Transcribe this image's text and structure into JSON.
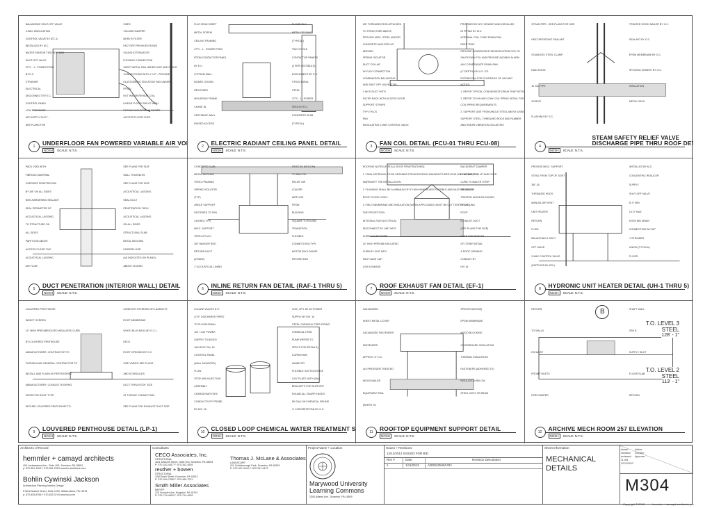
{
  "details": [
    {
      "num": "1",
      "title": "UNDERFLOOR FAN POWERED VARIABLE AIR VOLUME BOX DETAIL",
      "scale": "SCALE: N.T.S.",
      "notes": [
        "BALANCING/ SHUT-OFF VALVE",
        "2-WAY MODULATING",
        "CONTROL VALVE BY ATC &",
        "INSTALLED BY M.C.",
        "WATER SENSOR TIED INTO BAS",
        "SHUT-OFF VALVE",
        "277V - 1 - POWER FEED",
        "BY E.C.",
        "STRAINER",
        "ELECTRICAL",
        "DISCONNECT BY E.C.",
        "CONTROL PANEL",
        "LOW PRESSURE",
        "AIR SUPPLY DUCT -",
        "SEE PLANS FOR",
        "SIZES",
        "VOLUME DAMPER",
        "MERV 8 FILTER",
        "FACTORY PROVIDED ROWS",
        "SOUND ATTENUATOR",
        "FLEXIBLE CONNECTION",
        "SHEET METAL PAN UNDER UNIT AND PIPING",
        "CONNECTIONS WITH 1\" LIP - PROVIDE",
        "ELASTOMERIC ISOLATION PAD UNDER",
        "FPVAV",
        "HOT WATER REHEAT COIL",
        "LINEAR FLOOR GRILLE WITH",
        "PLENUM MOUNTED IN RAISED",
        "ACCESS FLOOR TILES"
      ]
    },
    {
      "num": "2",
      "title": "ELECTRIC RADIANT CEILING PANEL DETAIL",
      "scale": "SCALE: N.T.S.",
      "notes": [
        "FLAT HEAD SHEET",
        "METAL SCREW",
        "CEILING FRAMING",
        "277V - 1 - POWER FEED",
        "FROM CONTACTOR PANEL",
        "BY E.C.",
        "GYPSUM WALL",
        "BOARD CEILING",
        "RECESSED",
        "MOUNTING FRAME",
        "CHASE IN",
        "VESTIBULE WALL",
        "RAISED ACCESS",
        "FLOOR TILE",
        "METAL DECKING",
        "(TYPICAL)",
        "TWO 2-POLE",
        "CONTACTOR PANELS",
        "(2 PER VESTIBULE)",
        "DISCONNECT BY E.C.",
        "STRUCTURAL",
        "STEEL",
        "277V - 1 - POWER",
        "FEED BY E.C.",
        "CONCRETE SLAB",
        "(TYPICAL)"
      ]
    },
    {
      "num": "3",
      "title": "FAN COIL DETAIL (FCU-01 THRU FCU-08)",
      "scale": "SCALE: N.T.S.",
      "notes": [
        "3/8\" THREADED ROD ATTACHED",
        "TO STRUCTURE ABOVE.",
        "PROVIDE MISC. STEEL AND/OR",
        "CONCRETE ANCHORS AS",
        "NEEDED.",
        "SPRING ISOLATOR",
        "DUCT COLLAR",
        "W/ FLEX CONNECTION",
        "COMBINATION BALANCING",
        "AND SHUT OFF VALVE (TYP)",
        "1 INCH DUCT WITH",
        "FILTER RACK WITH ACCESS DOOR",
        "SUPPORT STRAPS",
        "TYP 4 PLCS",
        "FAN",
        "MODULATING 2-WAY CONTROL VALVE",
        "PROVIDED BY ATC VENDOR AND INSTALLED",
        "IN PIPING BY M.C.",
        "INTERNAL COIL COND DRAIN PAN",
        "DEEP TRAP",
        "PROVIDE CONDENSATE SENSOR INTERLOCK TO",
        "SHUTDOWN FCU AND PROVIDE AUDIBLE ALARM",
        "AUX CONDENSATE DRAIN PAN",
        "(4\" DEPTH) ON U.S. STL",
        "EXTEND PAN FOR COVERAGE OF VALVING",
        "NOTES:",
        "1. REFER TYPICAL CONDENSATE DRAIN TRAP DETAIL",
        "2. REFER TO HW AND CHW COIL PIPING DETAIL FOR",
        "   COIL PIPING REQUIREMENTS.",
        "3. SUPPORT UNIT FROM ANGLE STEEL ABOVE USING",
        "   SUPPORT STEEL, THREADED RODS AND RUBBER",
        "   AND SHEAR VIBRATION ISOLATORS"
      ]
    },
    {
      "num": "4",
      "title": "STEAM SAFETY RELIEF VALVE",
      "title2": "DISCHARGE PIPE THRU ROOF DETAIL",
      "scale": "SCALE: N.T.S.",
      "notes": [
        "STEAM PIPE - SEE PLANS FOR SIZE",
        "HEAT RESISTANT SEALANT",
        "STAINLESS STEEL CLAMP",
        "RAIN HOOD",
        "10 GA. PIPE",
        "SLEEVE",
        "FLASHING BY G.C.",
        "TREATED WOOD NAILER BY G.C.",
        "SEALANT BY G.C.",
        "EPDM MEMBRANE BY G.C.",
        "SPLICING CEMENT BY G.C.",
        "INSULATION",
        "METAL DECK"
      ]
    },
    {
      "num": "5",
      "title": "DUCT PENETRATION (INTERIOR WALL) DETAIL",
      "scale": "SCALE: N.T.S.",
      "notes": [
        "PACK VOID WITH",
        "FIBROUS MATERIAL",
        "OVERSIZE PENETRATION",
        "BY 3/8\" ON ALL SIDES",
        "NON-HARDENING SEALANT",
        "SEAL PERIMETER OF",
        "ACOUSTICAL LAGGING",
        "TO STRUCTURE ON",
        "ALL SIDES",
        "PARTITION ABOVE",
        "ACCESS FLOOR TILE",
        "ACOUSTICAL LAGGING",
        "AIR FLOW",
        "SEE PLANS FOR SIZE",
        "WALL THICKNESS",
        "SEE PLANS FOR SIZE",
        "ACOUSTICAL LAGGING",
        "SEAL DUCT",
        "PENETRATION THRU",
        "ACOUSTICAL LAGGING",
        "ON ALL SIDES",
        "STRUCTURAL SLAB",
        "METAL DECKING",
        "UNDERFLOOR",
        "(AS INDICATED ON PLANS)",
        "ABOVE CEILING"
      ]
    },
    {
      "num": "6",
      "title": "INLINE RETURN FAN DETAIL (RAF-1 THRU 5)",
      "scale": "SCALE: N.T.S.",
      "notes": [
        "CONCRETE SLAB",
        "METAL DECKING",
        "STEEL FRAMING",
        "SPRING ISOLATOR",
        "(TYP)",
        "ANGLE SUPPORT",
        "FASTENED TO FAN",
        "CASING (TYP)",
        "MISC. SUPPORT",
        "STEEL BY M.C.",
        "3/8\" HANGER ROD",
        "RETURN DUCT",
        "(INTAKE)",
        "1\" ACOUSTICAL LINING",
        "FIRST 20' INTO FAN",
        "TO MAU OR",
        "RELIEF AIR",
        "LOUVER",
        "AIRFLOW",
        "FROM",
        "BUILDING",
        "SQUARE TO ROUND",
        "TRANSITION",
        "FLEXIBLE",
        "CONNECTION (TYP)",
        "MOTOR ENCLOSURE",
        "RETURN FAN"
      ]
    },
    {
      "num": "7",
      "title": "ROOF EXHAUST FAN DETAIL (EF-1)",
      "scale": "SCALE: N.T.S.",
      "notes": [
        "ROOFING NOTES (FOR ALL ROOF PENETRATIONS):",
        "1. FINAL APPROVAL TO BE OBTAINED FROM ROOFING MANUFACTURER WHO WILL ULTIMATELY",
        "   WARRANTY THE INSTALLATION.",
        "2. FLASHING SHALL BE A MINIMUM OF 8\" HIGH WHEREVER POSSIBLE AND MUST BE ABOVE",
        "   ROOF FLOOD LEVEL.",
        "3. FIELD MEMBRANE AND INSULATION (WHEN APPLICABLE) MUST BE CUT TIGHTLY AROUND",
        "   THE PROJECTION.",
        "INTEGRAL FAN ELECTRICAL",
        "DISCONNECT BY UNIT MFG.",
        "CURB NAILER STRIP",
        "14\" HIGH PREFAB INSULATED",
        "CURB BY UNIT MFG.",
        "FAN FLASH CAP",
        "LOW LEAKAGE",
        "BACKDRAFT DAMPER",
        "ROOFING, RUN UP AND OVER",
        "CURB TO NAILER STRIP",
        "PRESSURE",
        "TREATED WOOD BLOCKING",
        "BY G.C.",
        "ROOF",
        "EXHAUST DUCT",
        "(SEE PLANS FOR SIZE)",
        "NOTE FOR ANGLES",
        "OF OTHER DETAIL",
        "& ROOF OPENING",
        "CONDUIT BY",
        "DIV 16"
      ]
    },
    {
      "num": "8",
      "title": "HYDRONIC UNIT HEATER DETAIL (UH-1 THRU 5)",
      "scale": "SCALE: N.T.S.",
      "notes": [
        "PROVIDE MISC. SUPPORT",
        "STEEL FROM TOP OF JOIST",
        "3/8\"-16",
        "THREADED RODS",
        "MANUAL AIR VENT",
        "UNIT HEATER",
        "RETURN",
        "FLOW",
        "BALANCING & SHUT",
        "OFF VALVE",
        "2-WAY CONTROL VALVE",
        "(SUPPLIED BY ATC)",
        "INSTALLED BY M.C.",
        "CONCENTRIC REDUCER",
        "SUPPLY",
        "SHUT-OFF VALVE",
        "8'-0\" MIN",
        "10'-0\" MAX",
        "HOSE BIB DRAIN",
        "CONNECTION W/ CAP",
        "Y-STRAINER",
        "UNION (TYPICAL)",
        "FLOOR"
      ]
    },
    {
      "num": "9",
      "title": "LOUVERED PENTHOUSE DETAIL (LP-1)",
      "scale": "SCALE: N.T.S.",
      "notes": [
        "LOUVERED PENTHOUSE",
        "INSECT SCREEN",
        "14\" HIGH PREFABRICATED INSULATED CURB",
        "BY LOUVERED PENTHOUSE",
        "MANUFACTURER. CONTRACTOR TO",
        "FURNISH AND GENERAL CONTRACTOR TO",
        "INSTALL AND FLASH AS PER ROOFING",
        "MANUFACTURER. CONSULT ROOFING",
        "MFGR FOR ROOF TYPE",
        "SECURE LOUVERED PENTHOUSE TO",
        "CURB WITH SCREWS OR LAGBOLTS",
        "ROOF MEMBRANE",
        "WOOD BLOCKING (BY G.C.)",
        "DECK",
        "ROOF OPENING BY G.C.",
        "SIZE VARIES-SEE PLANS",
        "AND SCHEDULES",
        "DUCT THRU ROOF, SIZE",
        "AT THROAT CONNECTION",
        "SEE PLANS FOR EXHAUST DUCT SIZE"
      ]
    },
    {
      "num": "10",
      "title": "CLOSED LOOP CHEMICAL WATER TREATMENT SYSTEM DETAIL",
      "scale": "SCALE: N.T.S.",
      "notes": [
        "LOCATE VALVES 8'-0\"",
        "A.F.F. DISCHARGE PIPED",
        "TO FLOOR DRAIN",
        "120 / 1 60 POWER",
        "SUPPLY TO BLEED",
        "VALVE BY DIV. 16",
        "CONTROL PANEL",
        "(WALL MOUNTED)",
        "FLOW",
        "STOP AND INJECTION",
        "ASSEMBLY",
        "CHARGE/SAFETIES",
        "CONDUCTIVITY PROBE",
        "BY DIV. 16",
        "120V, 1PH. 60 HZ POWER",
        "SUPPLY BY DIV. 16",
        "STEEL CHEMICAL FEED PIPING",
        "CHEMICAL FEED",
        "PUMP (REFER TO",
        "SPECS FOR DETAILS)",
        "CORROSION",
        "INHIBITOR",
        "FLEXIBLE SUCTION HOSE",
        "1/16\" PLATE WITH WALL",
        "BRACKETS FOR SUPPORT",
        "ROUND ALL SHARP EDGES",
        "55 GALLON CHEMICAL DRUMS",
        "4\" CONCRETE PAD BY G.C."
      ]
    },
    {
      "num": "11",
      "title": "ROOFTOP EQUIPMENT SUPPORT DETAIL",
      "scale": "SCALE: N.T.S.",
      "notes": [
        "GALVANIZED",
        "SHEET METAL COVER",
        "GALVANIZED FASTENERS",
        "FASTENERS",
        "APPROX. 6\" O.C.",
        "2x4 PRESSURE TREATED",
        "WOOD NAILER",
        "EQUIPMENT RAIL",
        "(REFER TO",
        "SPECIFICATIONS)",
        "EPDM MEMBRANE",
        "WOOD BLOCKING",
        "COVERBOARD INSULATION",
        "THERMAL INSULATION",
        "FASTENERS (ADHERED TO)",
        "INSULATION BELOW",
        "STEEL JOIST OR BEAM"
      ]
    },
    {
      "num": "12",
      "title": "ARCHIVE MECH ROOM 257 ELEVATION",
      "scale": "SCALE: N.T.S.",
      "marker": "B",
      "level3": "T.O. LEVEL 3",
      "level3b": "STEEL",
      "elev3": "128' - 1\"",
      "level2": "T.O. LEVEL 2",
      "level2b": "STEEL",
      "elev2": "113' - 1\"",
      "notes": [
        "RETURN",
        "TO WALLS",
        "EXHAUST",
        "FROM TOILETS",
        "FIRE DAMPER",
        "SHAFT WALL",
        "ZEN B",
        "SUPPLY DUCT",
        "FLOOR SLAB",
        "RETURN"
      ]
    }
  ],
  "strip": {
    "architects_label": "Architects of Record",
    "consultants_label": "Consultants",
    "project_label": "Project Name + Location",
    "issues_label": "Issues + Revisions",
    "sheet_label": "Sheet Information",
    "arch1_name": "hemmler + camayd architects",
    "arch1_addr": [
      "409 Lackawanna Ave., Suite 400, Scranton, PA 18503",
      "p: 570-961-1302 f: 570-961-2919 www.hc-architects.com"
    ],
    "arch2_name": "Bohlin Cywinski Jackson",
    "arch2_sub": "Architecture Planning Interior Design",
    "arch2_addr": [
      "8 West Market Street, Suite 1200, Wilkes-Barre, PA 18701",
      "p: 570-825-8756 f: 570-825-3744 www.bcj.com"
    ],
    "cons1_name": "CECO Associates, Inc.",
    "cons1_addr": [
      "STRUCTURAL",
      "1611 Dilworth Street, Suite 200, Scranton, PA 18503",
      "P: 570-342-4517 F: 570-342-4539"
    ],
    "cons2_name": "reuther + bowen",
    "cons2_addr": [
      "STRUCTURAL",
      "1060 Main Street, Dunmore, PA 18512",
      "P: 570-344-7008 F: 570-496-7021"
    ],
    "cons3_name": "Thomas J. McLane & Associates",
    "cons3_addr": [
      "LANDSCAPE",
      "911 Goldsborough Park, Scranton, PA 18503",
      "P: 570-347-4444 F: 570-347-4473"
    ],
    "cons4_name": "Smith Miller Associates",
    "cons4_addr": [
      "MEP/FP",
      "215 Schuyler Ave, Kingston, PA 18704",
      "P: 570-714-4500 F: 570-714-4999"
    ],
    "project_name1": "Marywood University",
    "project_name2": "Learning Commons",
    "project_addr": "2300 Adams Ave., Scranton, PA 18509",
    "issue_line": "12/12/2012 ISSUED FOR BID",
    "rev_headers": [
      "Rev #",
      "Date",
      "Revision Description"
    ],
    "rev_rows": [
      [
        "1",
        "1/11/2013",
        "ADDENDUM #04"
      ]
    ],
    "sheet_title1": "MECHANICAL",
    "sheet_title2": "DETAILS",
    "drawn": "drawn:",
    "drawn_v": "Author",
    "checked": "checked:",
    "checked_v": "Checker",
    "reviewed": "reviewed:",
    "reviewed_v": "Approver",
    "proj_no": "11.001",
    "date": "12/12/2012",
    "sheet_number": "M304",
    "copyright": "Copyright © 2012",
    "copyright_firm": "hemmler + camayd architects, p.c."
  }
}
